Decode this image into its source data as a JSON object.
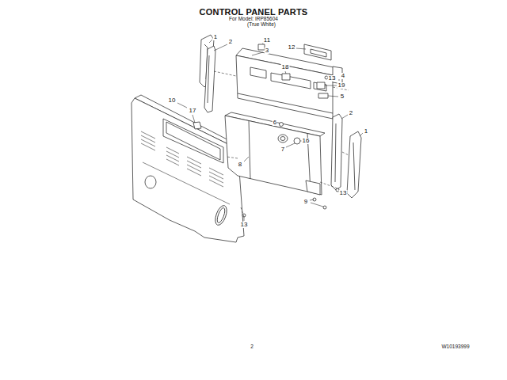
{
  "diagram": {
    "title": "CONTROL PANEL PARTS",
    "labels": [
      "For Model: IRP85604",
      "(True White)",
      "1",
      "2",
      "11",
      "3",
      "12",
      "18",
      "13",
      "4",
      "19",
      "5",
      "10",
      "17",
      "6",
      "2",
      "16",
      "7",
      "1",
      "8",
      "13",
      "9",
      "13",
      "2",
      "W10193999"
    ]
  }
}
